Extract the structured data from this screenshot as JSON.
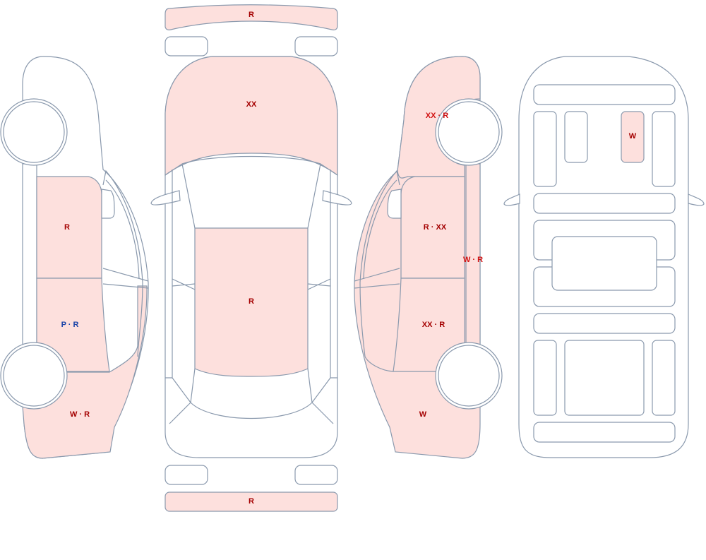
{
  "labels": {
    "front_bumper": "R",
    "rear_bumper": "R",
    "hood": "XX",
    "roof": "R",
    "left_front_door": "R",
    "left_rear_door": "P · R",
    "left_rear_quarter": "W · R",
    "right_front_fender": "XX · R",
    "right_front_door": "R · XX",
    "right_rocker": "W · R",
    "right_rear_door": "XX · R",
    "right_rear_quarter": "W",
    "underbody_panel": "W"
  },
  "colors": {
    "damaged_fill": "#fde0dd",
    "outline": "#8a99ad",
    "label_dark_red": "#a40000",
    "label_red": "#d01010",
    "label_blue": "#1a44a8"
  }
}
